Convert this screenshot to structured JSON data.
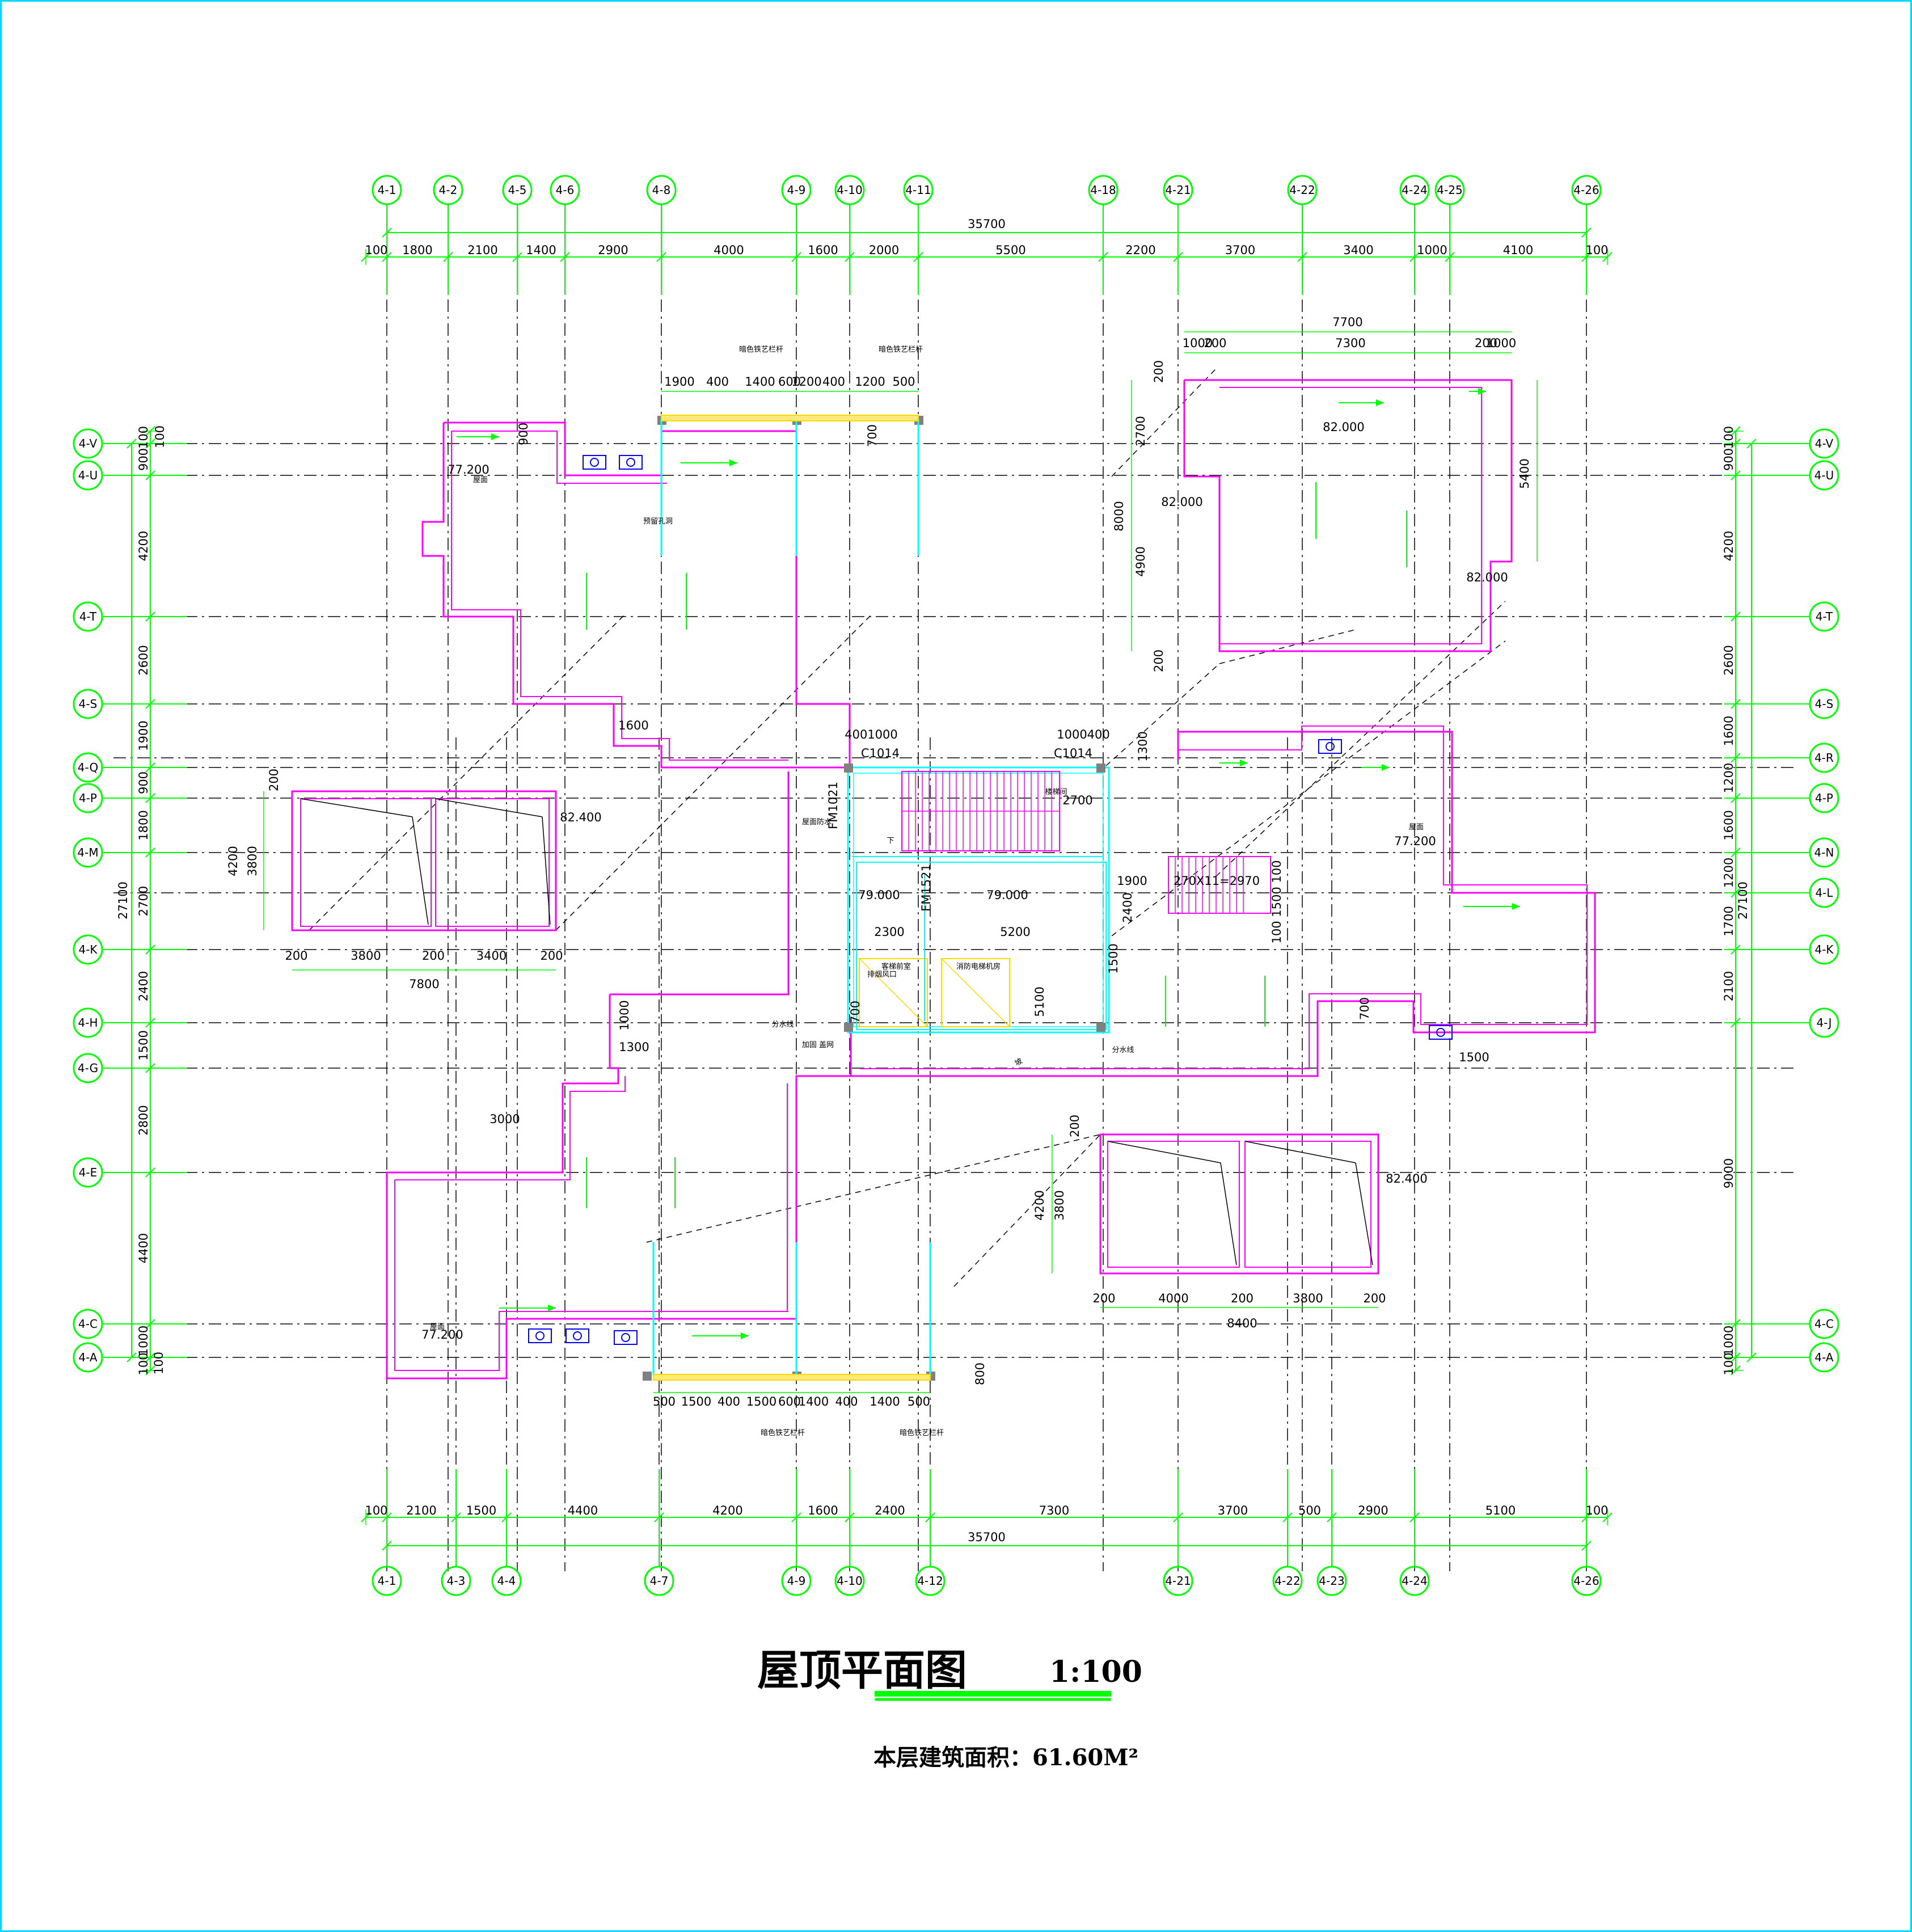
{
  "title": "屋顶平面图",
  "scale": "1:100",
  "area_label": "本层建筑面积：61.60M²",
  "colors": {
    "axis": "#00ff00",
    "dim": "#00ff00",
    "wall": "#ff00ff",
    "core": "#00ffff",
    "stair": "#ff00ff",
    "rail": "#ffff00",
    "dash": "#000000",
    "text": "#000000",
    "fan": "#0000ff"
  },
  "axes": {
    "top": [
      "4-1",
      "4-2",
      "4-5",
      "4-6",
      "4-8",
      "4-9",
      "4-10",
      "4-11",
      "4-18",
      "4-21",
      "4-22",
      "4-24",
      "4-25",
      "4-26"
    ],
    "bottom": [
      "4-1",
      "4-3",
      "4-4",
      "4-7",
      "4-9",
      "4-10",
      "4-12",
      "4-21",
      "4-22",
      "4-23",
      "4-24",
      "4-26"
    ],
    "left": [
      "4-V",
      "4-U",
      "4-T",
      "4-S",
      "4-Q",
      "4-P",
      "4-M",
      "4-K",
      "4-H",
      "4-G",
      "4-E",
      "4-C",
      "4-A"
    ],
    "right": [
      "4-V",
      "4-U",
      "4-T",
      "4-S",
      "4-R",
      "4-P",
      "4-N",
      "4-L",
      "4-K",
      "4-J",
      "4-C",
      "4-A"
    ]
  },
  "dims": {
    "top_total": "35700",
    "top": [
      "100",
      "1800",
      "2100",
      "1400",
      "2900",
      "4000",
      "1600",
      "2000",
      "5500",
      "2200",
      "3700",
      "3400",
      "1000",
      "4100",
      "100"
    ],
    "bottom_total": "35700",
    "bottom": [
      "100",
      "2100",
      "1500",
      "4400",
      "4200",
      "1600",
      "2400",
      "7300",
      "3700",
      "500",
      "2900",
      "5100",
      "100"
    ],
    "left_total": "27100",
    "left": [
      "100",
      "900",
      "4200",
      "2600",
      "1900",
      "900",
      "1800",
      "2700",
      "2400",
      "1500",
      "2800",
      "4400",
      "1000",
      "100"
    ],
    "right_total": "27100",
    "right": [
      "100",
      "900",
      "4200",
      "2600",
      "1600",
      "1200",
      "1600",
      "1200",
      "1700",
      "2100",
      "9000",
      "1000",
      "100"
    ]
  },
  "labels": {
    "top_left_rail": [
      "1900",
      "400",
      "1400",
      "600",
      "1200",
      "400",
      "1200",
      "500"
    ],
    "top_left_rail_note": "暗色铁艺栏杆",
    "bottom_rail": [
      "500",
      "1500",
      "400",
      "1500",
      "600",
      "1400",
      "400",
      "1400",
      "500"
    ],
    "bottom_rail_note": "暗色铁艺栏杆",
    "skylight_left": {
      "w": "7800",
      "parts": [
        "200",
        "3800",
        "200",
        "3400",
        "200"
      ],
      "h": "4200",
      "hi": "3800",
      "edge": "200",
      "elev": "82.400"
    },
    "skylight_right": {
      "w": "8400",
      "parts": [
        "200",
        "4000",
        "200",
        "3800",
        "200"
      ],
      "h": "4200",
      "hi": "3800",
      "edge": "200",
      "elev": "82.400"
    },
    "roof_tr": {
      "w": "7700",
      "parts": [
        "1000",
        "200",
        "7300",
        "200",
        "1000"
      ],
      "h1": "8000",
      "h2": "2700",
      "h3": "4900",
      "h4": "5400",
      "e1": "200",
      "e2": "200",
      "elev": "82.000"
    },
    "elev": [
      "77.200",
      "77.200",
      "77.200",
      "79.000",
      "79.000",
      "82.000"
    ],
    "core": [
      "4001000",
      "C1014",
      "1000400",
      "C1014",
      "2700",
      "2300",
      "5200",
      "1900",
      "2400",
      "270X11=2970",
      "100 1500 100",
      "FM1021",
      "FM1521",
      "1600",
      "1300",
      "1500",
      "1300",
      "3000",
      "700",
      "900",
      "700",
      "700",
      "1500",
      "1000",
      "100",
      "100",
      "800",
      "5100"
    ],
    "notes": [
      "屋面",
      "屋面",
      "屋面",
      "下",
      "坡",
      "分水线",
      "分水线",
      "预留孔洞",
      "排烟风口",
      "加固 盖网",
      "屋面防水",
      "客梯前室",
      "消防电梯机房",
      "楼梯间"
    ]
  }
}
